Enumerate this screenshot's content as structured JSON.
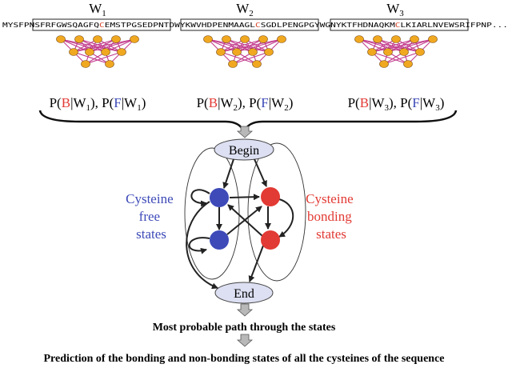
{
  "colors": {
    "bonding": "#e23a34",
    "free": "#3d4ab8",
    "cysteine": "#d9472b",
    "node_fill": "#f0a820",
    "edge": "#c23a8c",
    "state_bubble": "#dde0f2"
  },
  "sequence": {
    "seg0": "MYSFPN",
    "w1_pre": "SFRFGWSQAGFQ",
    "w1_c": "C",
    "w1_post": "EMSTPGSEDPNT",
    "seg1": "DWYK",
    "w2_pre": "WVHDPENMAAGL",
    "w2_c": "C",
    "w2_post": "SGDLPENGPGYW",
    "seg2": "G",
    "w3_pre": "NYKTFHDNAQKM",
    "w3_c": "C",
    "w3_post": "LKIARLNVEWSR",
    "seg3": "IFPNP..."
  },
  "windows": [
    {
      "label": "W",
      "sub": "1"
    },
    {
      "label": "W",
      "sub": "2"
    },
    {
      "label": "W",
      "sub": "3"
    }
  ],
  "probabilities": [
    {
      "p1": "P(",
      "b": "B",
      "mid1": "|W",
      "sub1": "1",
      "sep": "), P(",
      "f": "F",
      "mid2": "|W",
      "sub2": "1",
      "end": ")"
    },
    {
      "p1": "P(",
      "b": "B",
      "mid1": "|W",
      "sub1": "2",
      "sep": "), P(",
      "f": "F",
      "mid2": "|W",
      "sub2": "2",
      "end": ")"
    },
    {
      "p1": "P(",
      "b": "B",
      "mid1": "|W",
      "sub1": "3",
      "sep": "), P(",
      "f": "F",
      "mid2": "|W",
      "sub2": "3",
      "end": ")"
    }
  ],
  "hmm": {
    "begin": "Begin",
    "end": "End",
    "free_label": [
      "Cysteine",
      "free",
      "states"
    ],
    "bonding_label": [
      "Cysteine",
      "bonding",
      "states"
    ]
  },
  "captions": {
    "path": "Most probable path through the states",
    "prediction": "Prediction of the bonding and non-bonding states of all the cysteines of the sequence"
  }
}
